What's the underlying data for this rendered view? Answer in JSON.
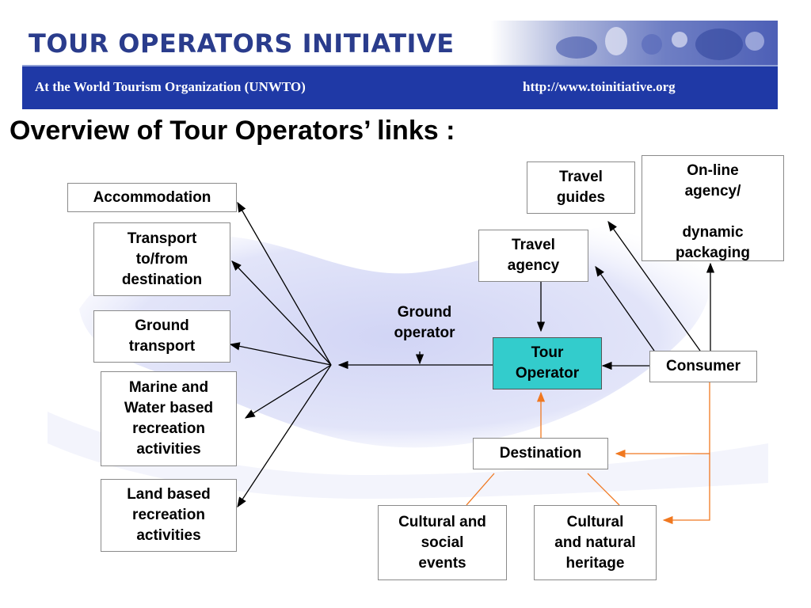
{
  "banner": {
    "title": "TOUR OPERATORS INITIATIVE",
    "subtitle_left": "At the World Tourism Organization (UNWTO)",
    "subtitle_right": "http://www.toinitiative.org",
    "colors": {
      "band": "#1f39a6",
      "title": "#2a3c8c"
    }
  },
  "slide": {
    "heading": "Overview of Tour Operators’ links :"
  },
  "diagram": {
    "center": {
      "label": "Tour\nOperator",
      "color": "#33cccc"
    },
    "consumer": "Consumer",
    "destination": "Destination",
    "ground_operator": "Ground\noperator",
    "supply_services": [
      "Accommodation",
      "Transport\nto/from\ndestination",
      "Ground\ntransport",
      "Marine and\nWater based\nrecreation\nactivities",
      "Land based\nrecreation\nactivities"
    ],
    "intermediaries": {
      "travel_guides": "Travel\nguides",
      "online_agency": "On-line\nagency/\n\ndynamic\npackaging",
      "travel_agency": "Travel\nagency"
    },
    "destination_inputs": {
      "cultural_events": "Cultural and\nsocial\nevents",
      "heritage": "Cultural\nand natural\nheritage"
    },
    "connector_colors": {
      "black": "#000000",
      "orange": "#f07820"
    }
  }
}
